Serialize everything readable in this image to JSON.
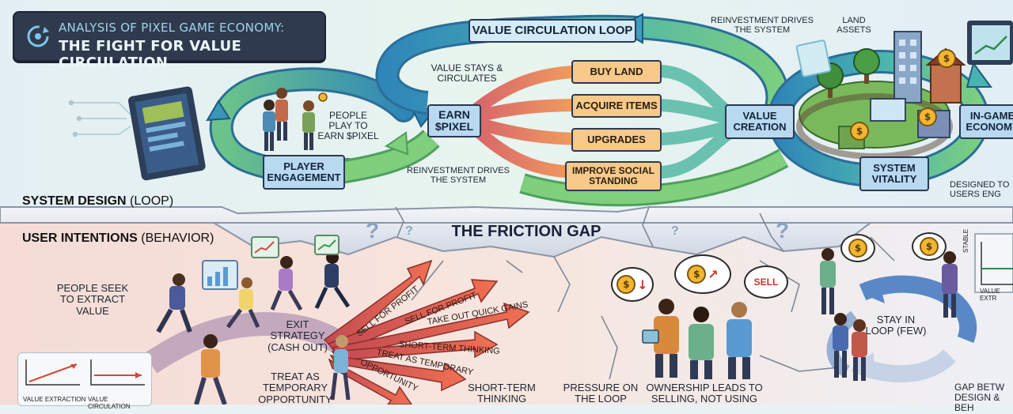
{
  "title": {
    "line1": "ANALYSIS OF PIXEL GAME ECONOMY:",
    "line2": "THE FIGHT FOR VALUE CIRCULATION"
  },
  "loop": {
    "banner": "VALUE CIRCULATION LOOP",
    "value_stays": "VALUE STAYS & CIRCULATES",
    "people_play": "PEOPLE PLAY TO EARN $PIXEL",
    "player_engagement": "PLAYER ENGAGEMENT",
    "earn": "EARN $PIXEL",
    "reinvest_bottom": "REINVESTMENT DRIVES THE SYSTEM",
    "reinvest_top": "REINVESTMENT DRIVES THE SYSTEM",
    "value_creation": "VALUE CREATION",
    "land_assets": "LAND ASSETS",
    "in_game_economy": "IN-GAME ECONOMY",
    "system_vitality": "SYSTEM VITALITY",
    "designed_to": "DESIGNED TO USERS ENG",
    "options": [
      "BUY LAND",
      "ACQUIRE ITEMS",
      "UPGRADES",
      "IMPROVE SOCIAL STANDING"
    ]
  },
  "sections": {
    "system_design": "SYSTEM DESIGN",
    "system_design_sub": "(LOOP)",
    "user_intentions": "USER INTENTIONS",
    "user_intentions_sub": "(BEHAVIOR)"
  },
  "friction_gap": "THE FRICTION GAP",
  "behavior": {
    "seek_extract": "PEOPLE SEEK TO EXTRACT VALUE",
    "exit_strategy": "EXIT STRATEGY (CASH OUT)",
    "treat_temp": "TREAT AS TEMPORARY OPPORTUNITY",
    "short_term": "SHORT-TERM THINKING",
    "pressure": "PRESSURE ON THE LOOP",
    "ownership": "OWNERSHIP LEADS TO SELLING, NOT USING",
    "stay_in_loop": "STAY IN LOOP (FEW)",
    "gap_between": "GAP BETW DESIGN & BEH",
    "arrows": [
      "SELL FOR PROFIT",
      "SELL FOR PROFIT",
      "TAKE OUT QUICK GAINS",
      "SHORT-TERM THINKING",
      "TREAT AS TEMPORARY",
      "OPPORTUNITY"
    ],
    "bubble_sell": "SELL",
    "stable": "STABLE",
    "value_extr": "VALUE EXTR"
  },
  "mini_chart": {
    "label1": "VALUE EXTRACTION",
    "label2": "VALUE CIRCULATION"
  },
  "colors": {
    "loop_teal": "#3fa8b5",
    "loop_green": "#74c77a",
    "orange_arrow": "#e98a5a",
    "red_arrow": "#e0594a",
    "title_bg": "#2f3a4e"
  },
  "icons": [
    "refresh-icon",
    "coin-icon",
    "monitor-icon",
    "building-icon",
    "tree-icon"
  ]
}
